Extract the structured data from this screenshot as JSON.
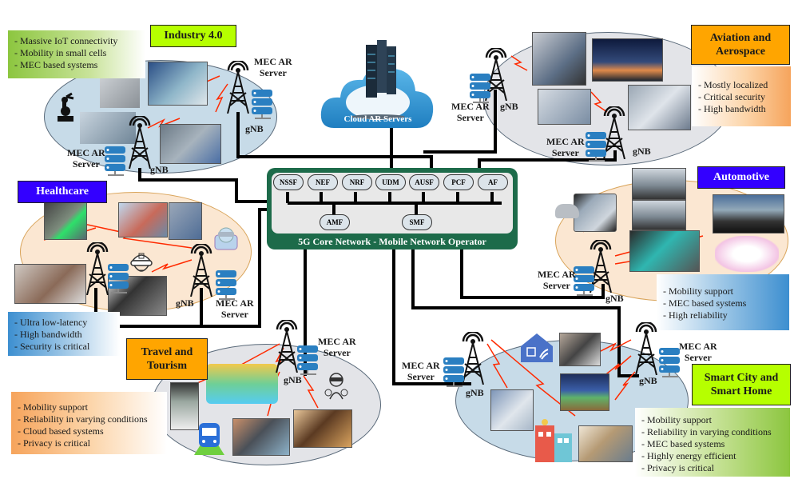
{
  "cloud": {
    "label": "Cloud AR Servers",
    "icon": "cloud-server-icon"
  },
  "core_network": {
    "label": "5G Core Network - Mobile Network Operator",
    "functions_top": [
      "NSSF",
      "NEF",
      "NRF",
      "UDM",
      "AUSF",
      "PCF",
      "AF"
    ],
    "functions_bottom": [
      "AMF",
      "SMF"
    ],
    "colors": {
      "frame": "#1d6b4a",
      "connector": "#f5a623"
    }
  },
  "common_labels": {
    "gnb": "gNB",
    "mec_line1": "MEC AR",
    "mec_line2": "Server"
  },
  "domains": {
    "industry": {
      "title": "Industry 4.0",
      "features": [
        "- Massive IoT connectivity",
        "- Mobility in small cells",
        "- MEC based systems"
      ]
    },
    "aviation": {
      "title_line1": "Aviation and",
      "title_line2": "Aerospace",
      "features": [
        "- Mostly localized",
        "- Critical security",
        "- High bandwidth"
      ]
    },
    "healthcare": {
      "title": "Healthcare",
      "features": [
        "- Ultra low-latency",
        "- High bandwidth",
        "- Security is critical"
      ]
    },
    "automotive": {
      "title": "Automotive",
      "features": [
        "- Mobility support",
        "- MEC based systems",
        "- High reliability"
      ]
    },
    "travel": {
      "title_line1": "Travel and",
      "title_line2": "Tourism",
      "features": [
        "- Mobility support",
        "- Reliability in varying conditions",
        "- Cloud based systems",
        "- Privacy is critical"
      ]
    },
    "smartcity": {
      "title_line1": "Smart City and",
      "title_line2": "Smart Home",
      "features": [
        "- Mobility support",
        "- Reliability in varying conditions",
        "- MEC based systems",
        "- Highly energy efficient",
        "- Privacy is critical"
      ]
    }
  },
  "colors": {
    "title_green": "#b6ff00",
    "title_orange": "#ffa500",
    "title_purple": "#3300ff",
    "wireless_link": "#ff2a00",
    "backhaul": "#000000",
    "server_blue": "#2a7fc1"
  }
}
